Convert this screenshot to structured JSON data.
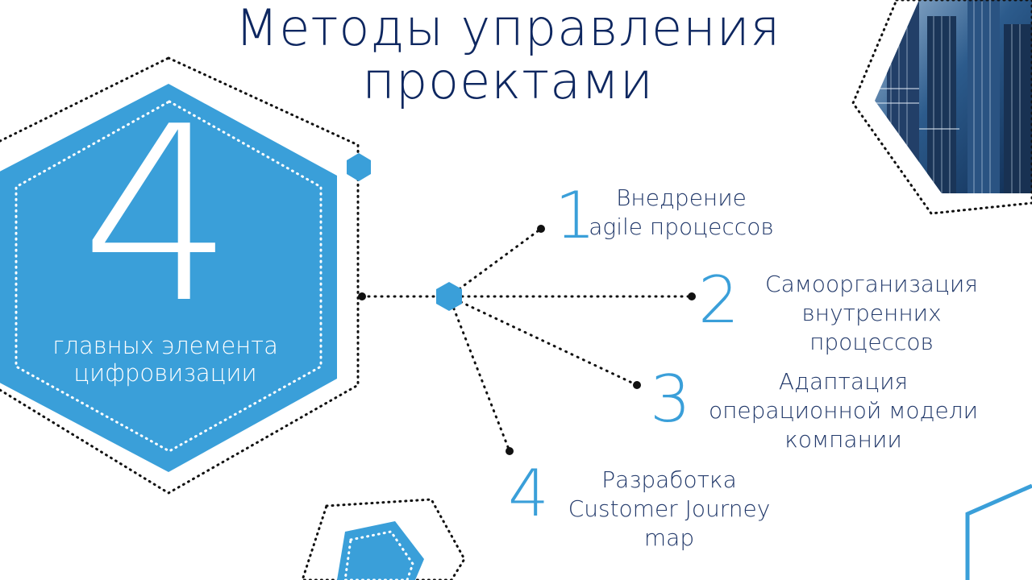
{
  "title": "Методы управления проектами",
  "center": {
    "number": "4",
    "caption": "главных элемента цифровизации"
  },
  "items": [
    {
      "number": "1",
      "text": "Внедрение agile процессов"
    },
    {
      "number": "2",
      "text": "Самоорганизация внутренних процессов"
    },
    {
      "number": "3",
      "text": "Адаптация операционной модели компании"
    },
    {
      "number": "4",
      "text": "Разработка Customer Journey map"
    }
  ],
  "colors": {
    "hexagon": "#3a9fd9",
    "title": "#0e2760",
    "text": "#233a6b",
    "photo_dark": "#1c3d68"
  },
  "icons": [
    "city-photo",
    "hexagon"
  ]
}
